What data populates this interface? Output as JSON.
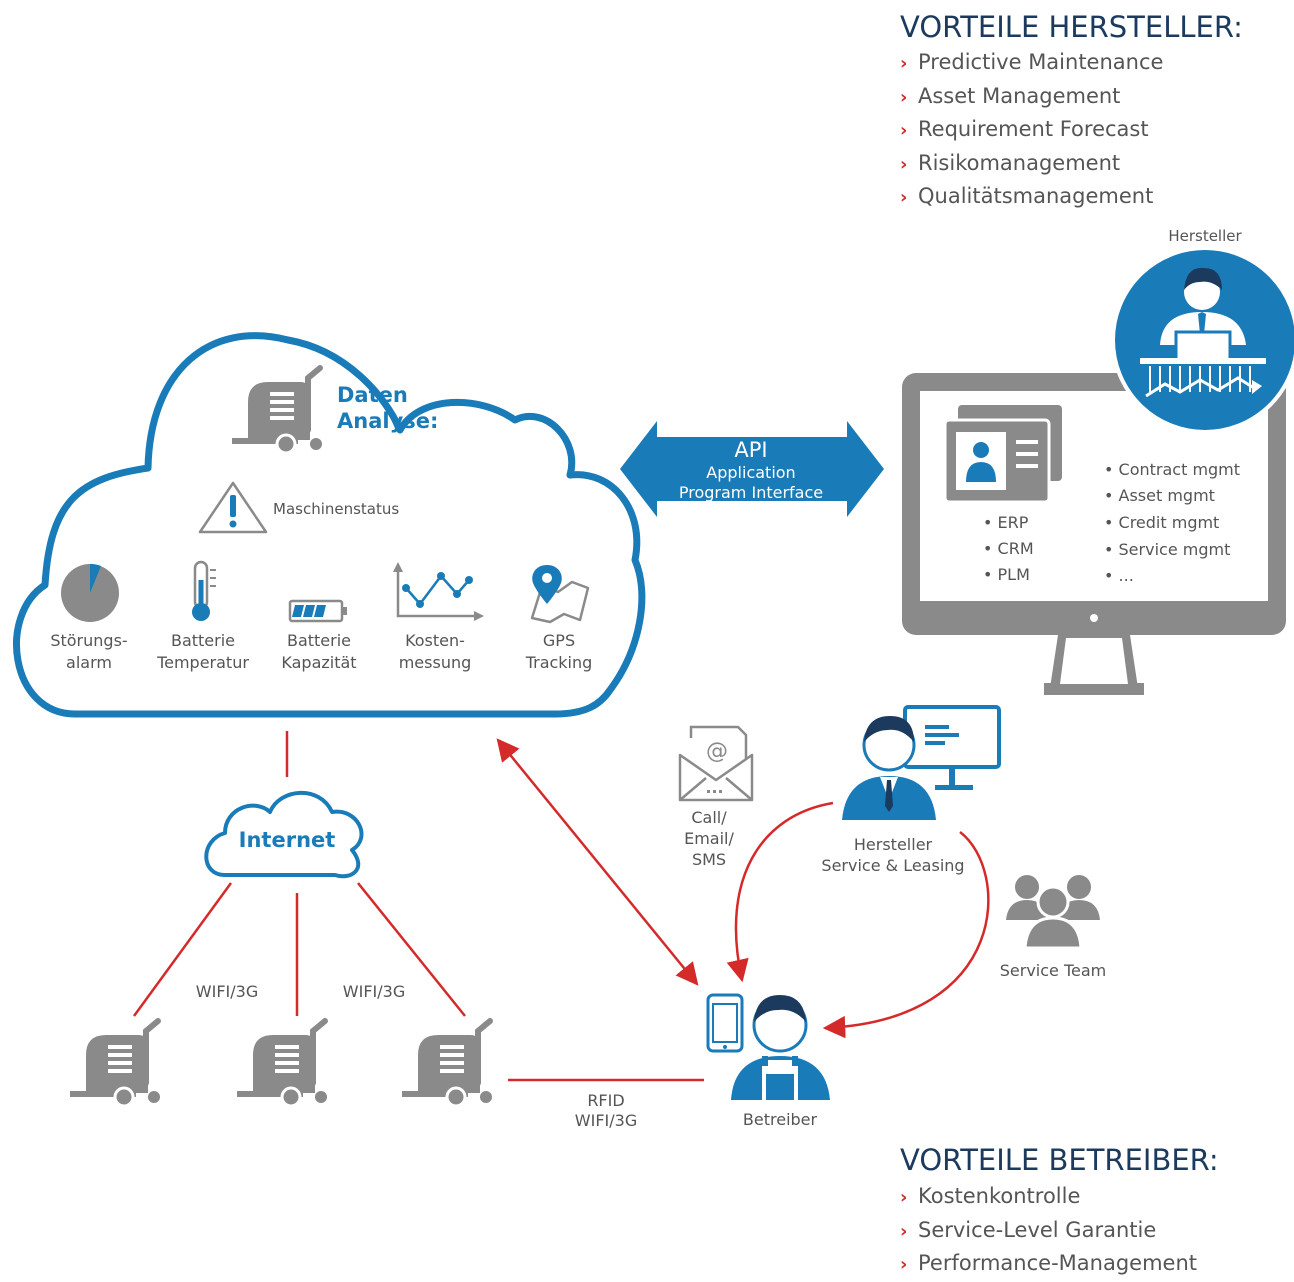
{
  "hersteller_benefits": {
    "title": "VORTEILE HERSTELLER:",
    "items": [
      "Predictive Maintenance",
      "Asset Management",
      "Requirement Forecast",
      "Risikomanagement",
      "Qualitätsmanagement"
    ]
  },
  "betreiber_benefits": {
    "title": "VORTEILE BETREIBER:",
    "items": [
      "Kostenkontrolle",
      "Service-Level Garantie",
      "Performance-Management"
    ]
  },
  "bullet_glyph": "›",
  "cloud": {
    "title_line1": "Daten",
    "title_line2": "Analyse:",
    "status_label": "Maschinenstatus",
    "indicators": [
      {
        "line1": "Störungs-",
        "line2": "alarm",
        "icon": "pie-chart-icon"
      },
      {
        "line1": "Batterie",
        "line2": "Temperatur",
        "icon": "thermometer-icon"
      },
      {
        "line1": "Batterie",
        "line2": "Kapazität",
        "icon": "battery-icon"
      },
      {
        "line1": "Kosten-",
        "line2": "messung",
        "icon": "line-graph-icon"
      },
      {
        "line1": "GPS",
        "line2": "Tracking",
        "icon": "map-pin-icon"
      }
    ]
  },
  "api": {
    "title": "API",
    "line1": "Application",
    "line2": "Program Interface"
  },
  "hersteller": {
    "label": "Hersteller",
    "systems_left": [
      "• ERP",
      "• CRM",
      "• PLM"
    ],
    "systems_right": [
      "• Contract mgmt",
      "• Asset mgmt",
      "• Credit mgmt",
      "• Service mgmt",
      "• ..."
    ]
  },
  "internet": {
    "label": "Internet"
  },
  "links": {
    "wifi_left": "WIFI/3G",
    "wifi_right": "WIFI/3G",
    "rfid_line1": "RFID",
    "rfid_line2": "WIFI/3G"
  },
  "contact": {
    "line1": "Call/",
    "line2": "Email/",
    "line3": "SMS"
  },
  "service_leasing": {
    "line1": "Hersteller",
    "line2": "Service & Leasing"
  },
  "service_team": {
    "label": "Service Team"
  },
  "betreiber": {
    "label": "Betreiber"
  },
  "colors": {
    "blue": "#1a7bb9",
    "gray": "#8a8a8a",
    "red": "#d42a2a",
    "navy": "#1c3a5e"
  }
}
